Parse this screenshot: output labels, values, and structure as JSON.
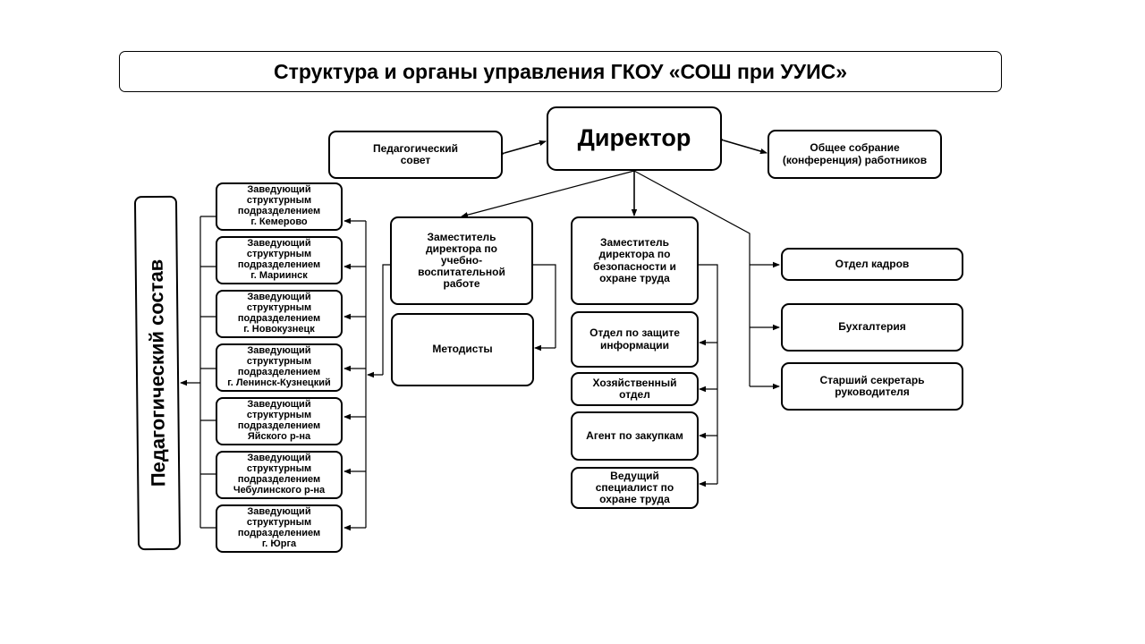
{
  "title": "Структура и органы управления ГКОУ «СОШ при УУИС»",
  "director": "Директор",
  "ped_council": "Педагогический\nсовет",
  "general_meeting": "Общее собрание\n(конференция) работников",
  "ped_staff": "Педагогический состав",
  "deputy_education": "Заместитель\nдиректора по\nучебно-\nвоспитательной\nработе",
  "methodists": "Методисты",
  "deputy_safety": "Заместитель\nдиректора по\nбезопасности и\nохране труда",
  "safety_units": [
    "Отдел по защите\nинформации",
    "Хозяйственный\nотдел",
    "Агент по закупкам",
    "Ведущий\nспециалист по\nохране труда"
  ],
  "right_units": [
    "Отдел кадров",
    "Бухгалтерия",
    "Старший секретарь\nруководителя"
  ],
  "branch_heads": [
    "Заведующий\nструктурным\nподразделением\nг. Кемерово",
    "Заведующий\nструктурным\nподразделением\nг. Мариинск",
    "Заведующий\nструктурным\nподразделением\nг. Новокузнецк",
    "Заведующий\nструктурным\nподразделением\nг. Ленинск-Кузнецкий",
    "Заведующий\nструктурным\nподразделением\nЯйского р-на",
    "Заведующий\nструктурным\nподразделением\nЧебулинского р-на",
    "Заведующий\nструктурным\nподразделением\nг. Юрга"
  ]
}
